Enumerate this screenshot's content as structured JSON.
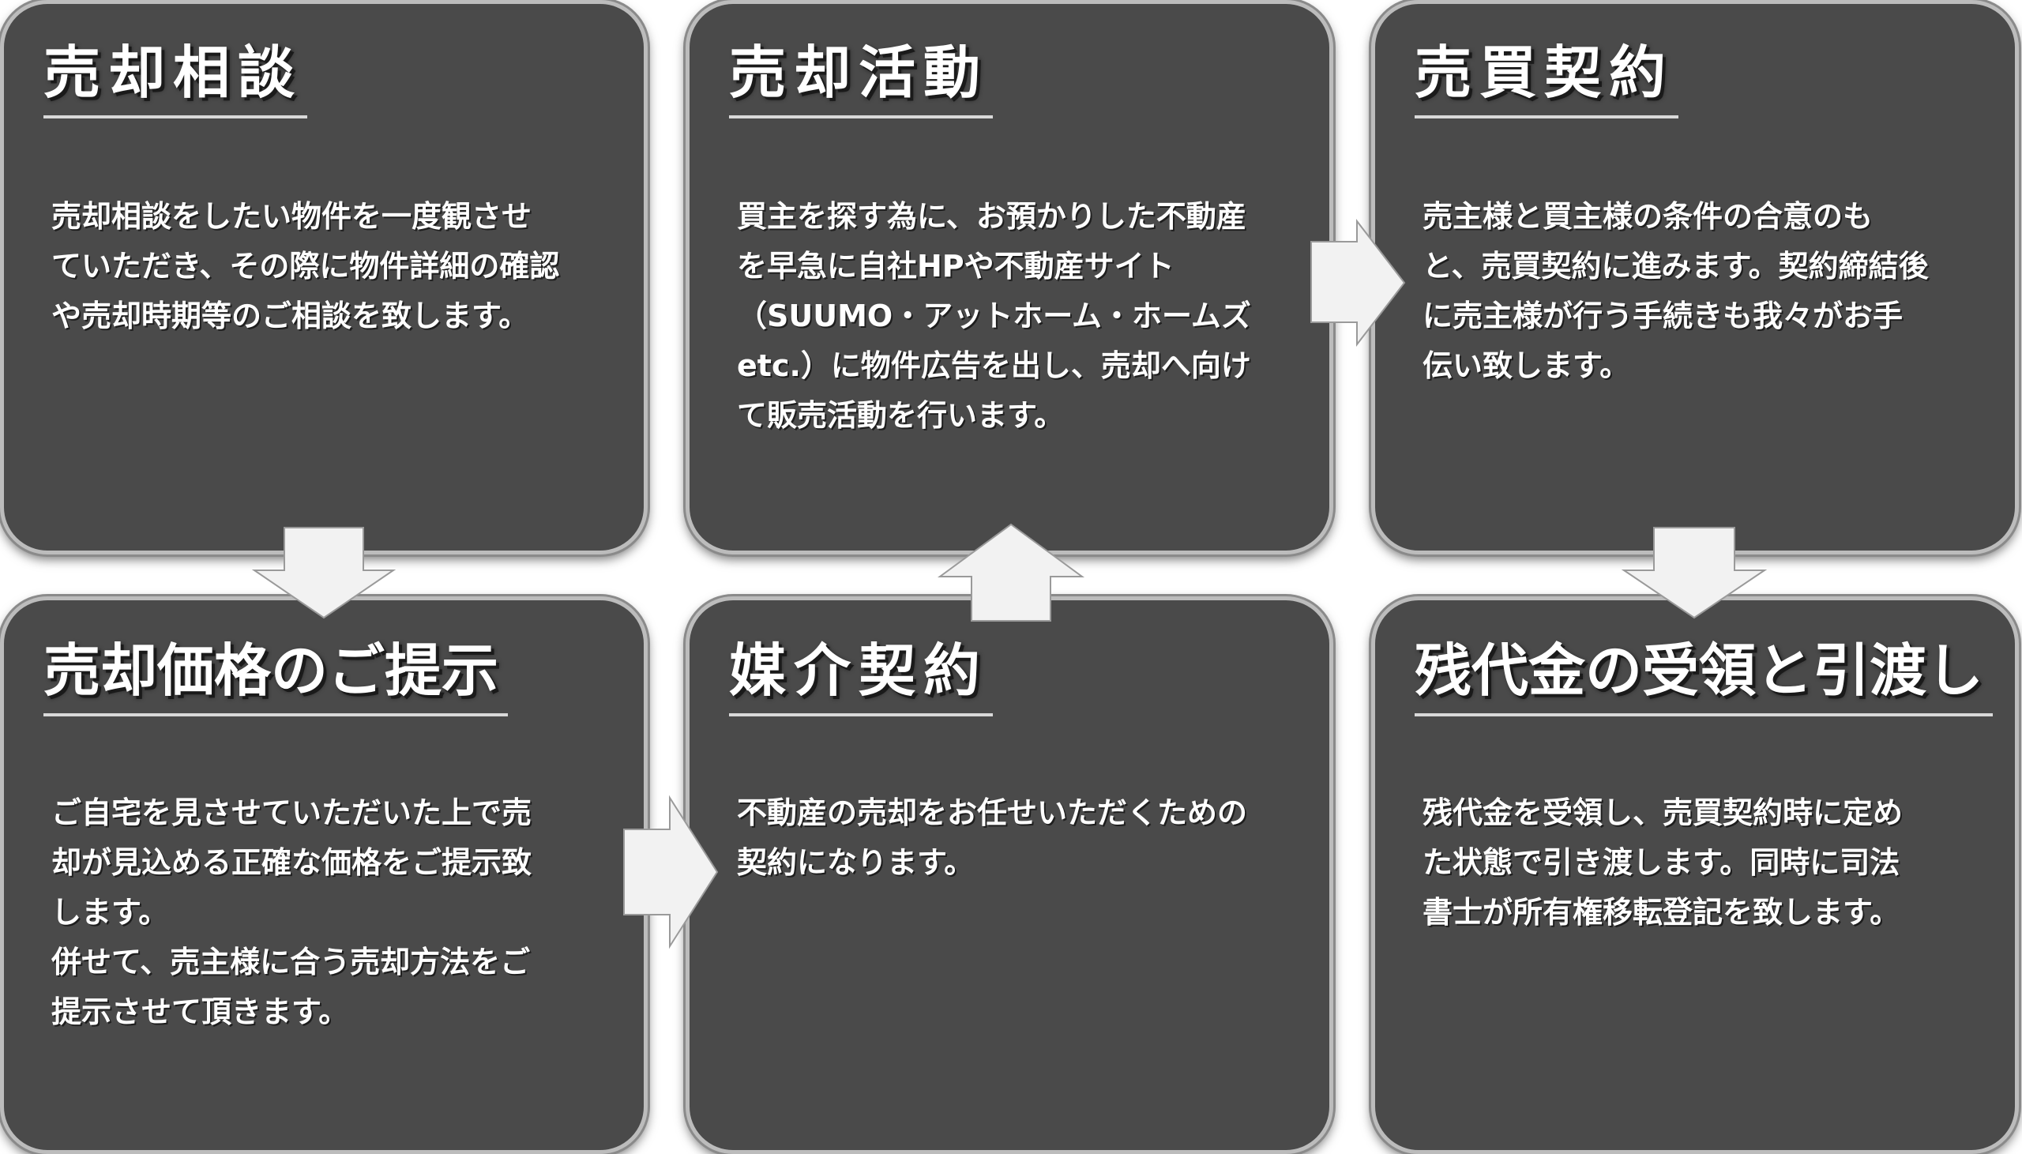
{
  "steps": [
    {
      "title": "売却相談",
      "body": "売却相談をしたい物件を一度観させ\nていただき、その際に物件詳細の確認\nや売却時期等のご相談を致します。"
    },
    {
      "title": "売却活動",
      "body": "買主を探す為に、お預かりした不動産\nを早急に自社HPや不動産サイト\n（SUUMO・アットホーム・ホームズ\netc.）に物件広告を出し、売却へ向け\nて販売活動を行います。"
    },
    {
      "title": "売買契約",
      "body": "売主様と買主様の条件の合意のも\nと、売買契約に進みます。契約締結後\nに売主様が行う手続きも我々がお手\n伝い致します。"
    },
    {
      "title": "売却価格のご提示",
      "body": "ご自宅を見させていただいた上で売\n却が見込める正確な価格をご提示致\nします。\n併せて、売主様に合う売却方法をご\n提示させて頂きます。"
    },
    {
      "title": "媒介契約",
      "body": "不動産の売却をお任せいただくための\n契約になります。"
    },
    {
      "title": "残代金の受領と引渡し",
      "body": "残代金を受領し、売買契約時に定め\nた状態で引き渡します。同時に司法\n書士が所有権移転登記を致します。"
    }
  ],
  "colors": {
    "card_fill": "#4a4a4a",
    "card_border": "#bcbcbc",
    "arrow_fill": "#f2f2f2",
    "text": "#ffffff"
  },
  "arrows": [
    {
      "from": "売却相談",
      "to": "売却価格のご提示",
      "direction": "down"
    },
    {
      "from": "売却価格のご提示",
      "to": "媒介契約",
      "direction": "right"
    },
    {
      "from": "媒介契約",
      "to": "売却活動",
      "direction": "up"
    },
    {
      "from": "売却活動",
      "to": "売買契約",
      "direction": "right"
    },
    {
      "from": "売買契約",
      "to": "残代金の受領と引渡し",
      "direction": "down"
    }
  ]
}
